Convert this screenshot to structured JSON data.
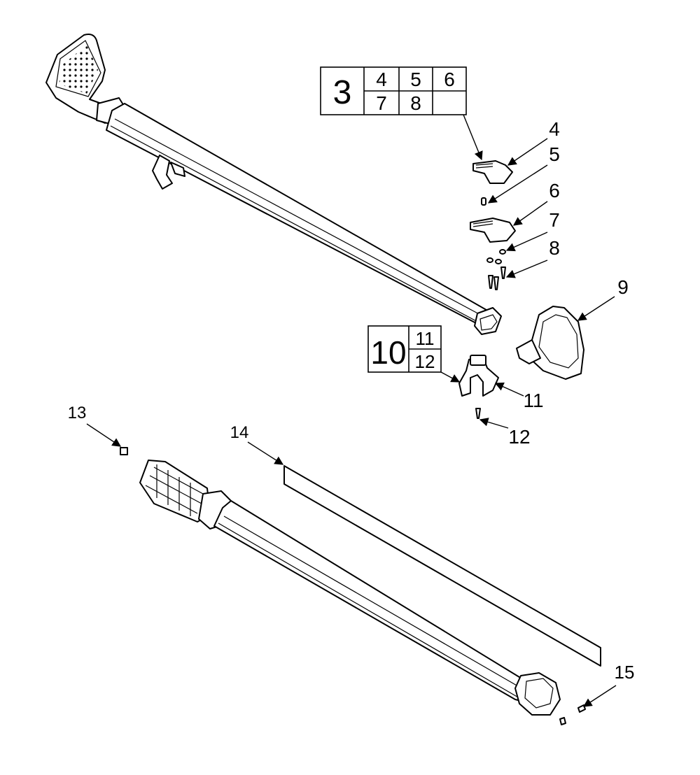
{
  "kits": [
    {
      "id": "3",
      "cells": [
        "4",
        "5",
        "6",
        "7",
        "8",
        ""
      ]
    },
    {
      "id": "10",
      "cells": [
        "11",
        "12"
      ]
    }
  ],
  "callouts": [
    "4",
    "5",
    "6",
    "7",
    "8",
    "9",
    "11",
    "12",
    "13",
    "14",
    "15"
  ],
  "colors": {
    "line": "#000000",
    "background": "#ffffff"
  }
}
